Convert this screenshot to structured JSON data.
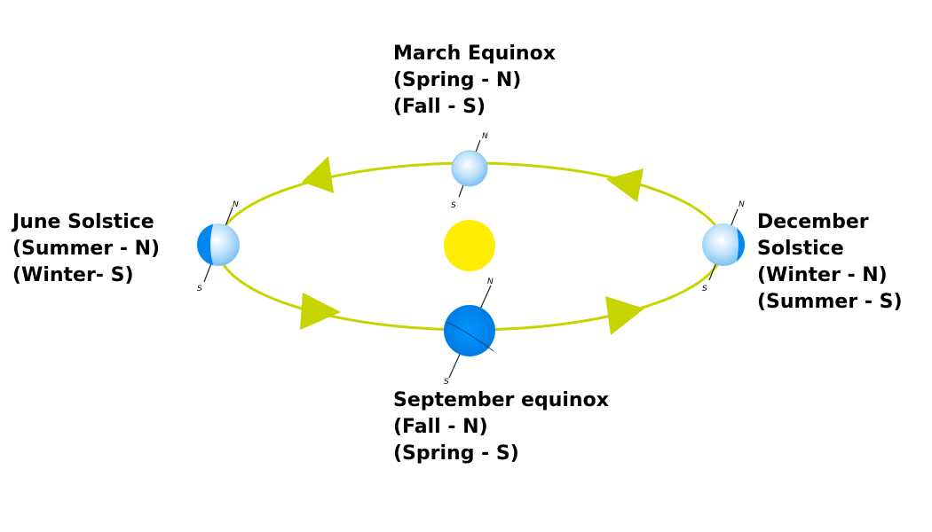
{
  "colors": {
    "orbit": "#c8d400",
    "sun": "#ffee00",
    "earth_day": "#bfe2fb",
    "earth_night": "#0088f0",
    "axis": "#222222"
  },
  "labels": {
    "march": {
      "line1": "March Equinox",
      "line2": "(Spring - N)",
      "line3": "(Fall - S)"
    },
    "june": {
      "line1": "June Solstice",
      "line2": "(Summer - N)",
      "line3": "(Winter- S)"
    },
    "december": {
      "line1": "December",
      "line2": "Solstice",
      "line3": "(Winter - N)",
      "line4": "(Summer - S)"
    },
    "september": {
      "line1": "September equinox",
      "line2": "(Fall - N)",
      "line3": "(Spring - S)"
    }
  },
  "poles": {
    "north": "N",
    "south": "S"
  },
  "icons": [
    "sun-icon",
    "earth-icon",
    "orbit-direction-arrow-icon"
  ]
}
